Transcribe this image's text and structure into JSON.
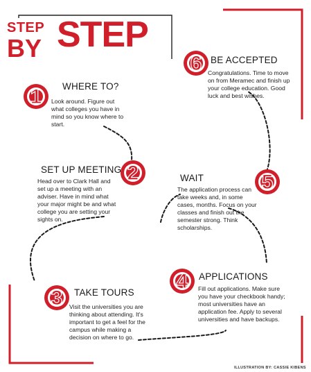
{
  "title": {
    "line1": "STEP",
    "line2": "BY",
    "line3": "STEP"
  },
  "steps": [
    {
      "num": "1",
      "heading": "WHERE TO?",
      "body": "Look around. Figure out what colleges you have in mind so you know where to start."
    },
    {
      "num": "2",
      "heading": "SET UP MEETING",
      "body": "Head over to Clark Hall and set up a meeting with an adviser. Have in mind what your major might be and what college you are setting your sights on."
    },
    {
      "num": "3",
      "heading": "TAKE TOURS",
      "body": "Visit the universities you are thinking about attending. It's important to get a feel for the campus while making a decision on where to go."
    },
    {
      "num": "4",
      "heading": "APPLICATIONS",
      "body": "Fill out applications. Make sure you have your checkbook handy; most universities have an application fee. Apply to several universities and have backups."
    },
    {
      "num": "5",
      "heading": "WAIT",
      "body": "The application process can take weeks and, in some cases, months. Focus on your classes and finish out the semester strong. Think scholarships."
    },
    {
      "num": "6",
      "heading": "BE ACCEPTED",
      "body": "Congratulations. Time to move on from Meramec and finish up your college education. Good luck and best wishes."
    }
  ],
  "credit": "ILLUSTRATION BY: CASSIE KIBENS",
  "colors": {
    "accent": "#d01f2a",
    "text": "#1a1a1a",
    "frame": "#222222"
  }
}
